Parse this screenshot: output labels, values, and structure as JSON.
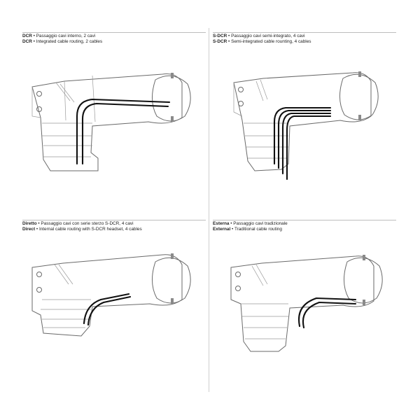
{
  "panels": [
    {
      "model": "DCR",
      "it_text": "Passaggio cavi interno, 2 cavi",
      "en_text": "Integrated cable routing, 2 cables",
      "variant": "integrated"
    },
    {
      "model": "S-DCR",
      "it_text": "Passaggio cavi semi-integrato, 4 cavi",
      "en_text": "Semi-integrated cable rounting, 4 cables",
      "variant": "semi"
    },
    {
      "model_it": "Diretto",
      "model_en": "Direct",
      "it_text": "Passaggio cavi con serie sterzo S-DCR, 4 cavi",
      "en_text": "Internal cable routing with S-DCR headset, 4 cables",
      "variant": "direct"
    },
    {
      "model_it": "Esterna",
      "model_en": "External",
      "it_text": "Passaggio cavi tradizionale",
      "en_text": "Traditional cable routing",
      "variant": "external"
    }
  ],
  "separator": "•",
  "colors": {
    "cable": "#111111",
    "outline": "#6a6a6a",
    "divider": "#cfcfcf"
  }
}
